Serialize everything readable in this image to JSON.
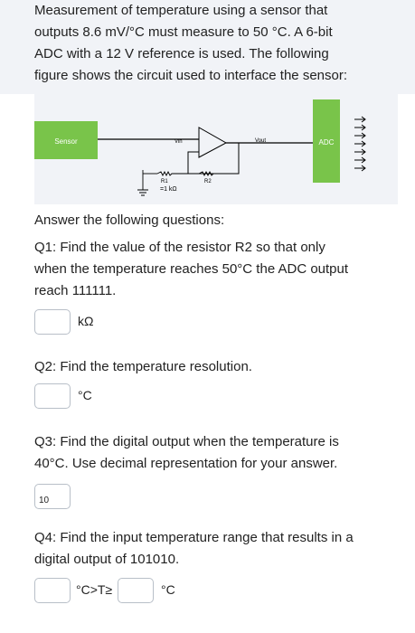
{
  "intro": {
    "lines": [
      "Measurement of temperature using a sensor that",
      "outputs 8.6 mV/°C must measure to 50 °C. A 6-bit",
      "ADC with a 12 V reference is used. The following",
      "figure shows the circuit used to interface the sensor:"
    ]
  },
  "figure": {
    "sensor_label": "Sensor",
    "adc_label": "ADC",
    "vin_label": "Vin",
    "vout_label": "Vout",
    "r1_label": "R1",
    "r1_value": "=1 kΩ",
    "r2_label": "R2",
    "colors": {
      "block": "#79c44a",
      "wire": "#000000",
      "background": "#f1f3f7"
    }
  },
  "answer_heading": "Answer the following questions:",
  "q1": {
    "lines": [
      "Q1: Find the value of the resistor R2 so that only",
      "when the temperature reaches 50°C the ADC output",
      "reach 111111."
    ],
    "input_value": "",
    "unit": "kΩ"
  },
  "q2": {
    "text": "Q2: Find the temperature resolution.",
    "input_value": "",
    "unit": "°C"
  },
  "q3": {
    "lines": [
      "Q3: Find the digital output when the temperature is",
      "40°C. Use decimal representation for your answer."
    ],
    "input_value": "10"
  },
  "q4": {
    "lines": [
      "Q4: Find the input temperature range that results in a",
      "digital output of 101010."
    ],
    "input1_value": "",
    "mid_text": "°C>T≥",
    "input2_value": "",
    "unit": "°C"
  }
}
